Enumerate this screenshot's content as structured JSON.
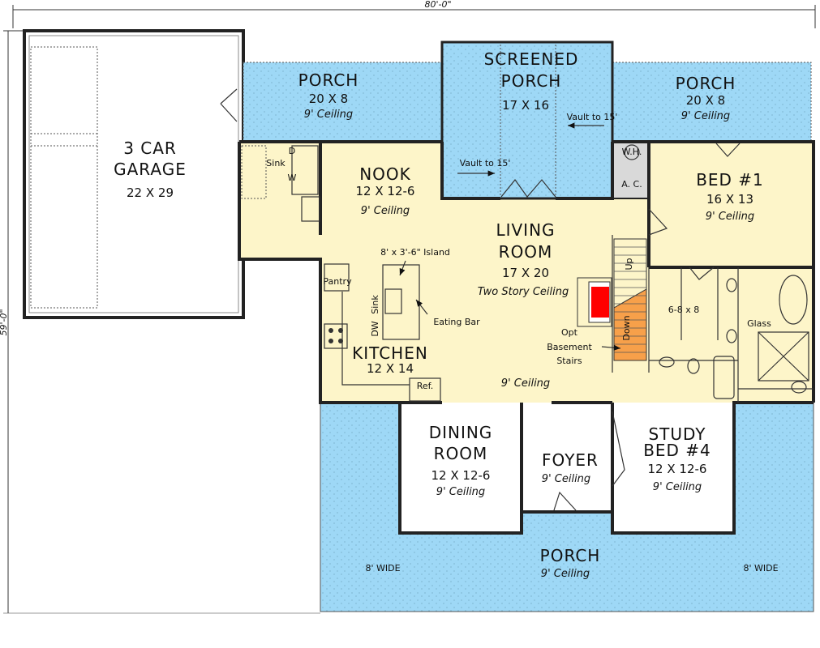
{
  "dimensions": {
    "width": "80'-0\"",
    "depth": "59'-0\""
  },
  "colors": {
    "interior": "#fdf5c9",
    "porch": "#9ed8f6",
    "utility": "#d9d9d9",
    "fireplace": "#ff0000",
    "basement_stairs": "#f7a04a"
  },
  "rooms": {
    "garage": {
      "name1": "3 CAR",
      "name2": "GARAGE",
      "size": "22 X 29"
    },
    "porch_left": {
      "name": "PORCH",
      "size": "20 X 8",
      "ceiling": "9' Ceiling"
    },
    "screened_porch": {
      "name1": "SCREENED",
      "name2": "PORCH",
      "size": "17 X 16",
      "vault_right": "Vault to 15'",
      "vault_left": "Vault to 15'"
    },
    "porch_right": {
      "name": "PORCH",
      "size": "20 X 8",
      "ceiling": "9' Ceiling"
    },
    "nook": {
      "name": "NOOK",
      "size": "12 X 12-6",
      "ceiling": "9' Ceiling"
    },
    "living": {
      "name1": "LIVING",
      "name2": "ROOM",
      "size": "17 X 20",
      "ceiling": "Two Story Ceiling"
    },
    "bed1": {
      "name": "BED #1",
      "size": "16 X 13",
      "ceiling": "9' Ceiling"
    },
    "kitchen": {
      "name": "KITCHEN",
      "size": "12 X 14"
    },
    "hall": {
      "ceiling": "9' Ceiling"
    },
    "dining": {
      "name1": "DINING",
      "name2": "ROOM",
      "size": "12 X 12-6",
      "ceiling": "9' Ceiling"
    },
    "foyer": {
      "name": "FOYER",
      "ceiling": "9' Ceiling"
    },
    "study": {
      "name1": "STUDY",
      "name2": "BED #4",
      "size": "12 X 12-6",
      "ceiling": "9' Ceiling"
    },
    "front_porch": {
      "name": "PORCH",
      "ceiling": "9' Ceiling",
      "left_width": "8' WIDE",
      "right_width": "8' WIDE"
    },
    "closet": {
      "size": "6-8 x 8"
    }
  },
  "labels": {
    "sink_laundry": "Sink",
    "dryer": "D",
    "washer": "W",
    "island": "8' x 3'-6\" Island",
    "pantry": "Pantry",
    "dw": "DW",
    "sink_kitchen": "Sink",
    "eating_bar": "Eating Bar",
    "ref": "Ref.",
    "wh": "W.H.",
    "ac": "A. C.",
    "up": "Up",
    "down": "Down",
    "opt": "Opt",
    "basement": "Basement",
    "stairs": "Stairs",
    "glass": "Glass"
  }
}
